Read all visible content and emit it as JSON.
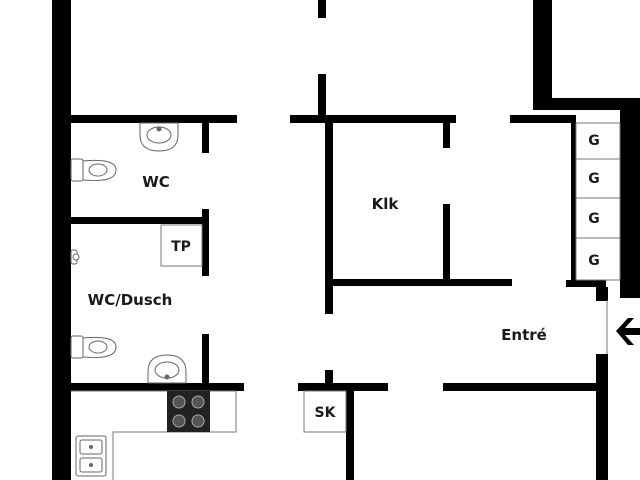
{
  "rooms": {
    "wc": "WC",
    "wc_dusch": "WC/Dusch",
    "klk": "Klk",
    "entre": "Entré"
  },
  "fixtures": {
    "tp": "TP",
    "sk": "SK",
    "g": [
      "G",
      "G",
      "G",
      "G"
    ]
  },
  "icons": {
    "entrance": "arrow-left-icon"
  },
  "colors": {
    "wall": "#000000",
    "fixture_line": "#555555",
    "background": "#ffffff"
  }
}
